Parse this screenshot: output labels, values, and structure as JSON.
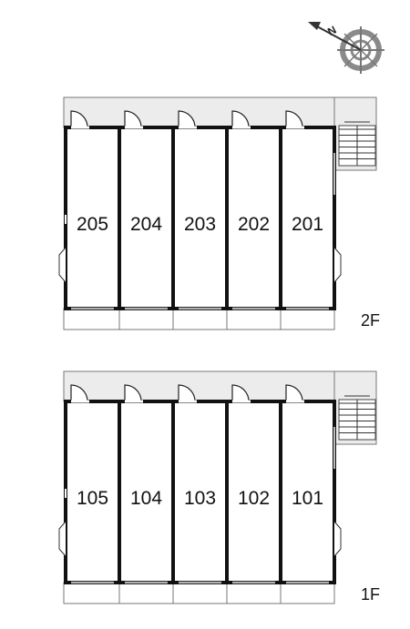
{
  "compass": {
    "north_label": "N",
    "icon": "compass-rose-icon"
  },
  "floors": [
    {
      "label": "2F",
      "units": [
        "205",
        "204",
        "203",
        "202",
        "201"
      ]
    },
    {
      "label": "1F",
      "units": [
        "105",
        "104",
        "103",
        "102",
        "101"
      ]
    }
  ],
  "colors": {
    "wall": "#111111",
    "corridor": "#ececec",
    "outline": "#777777",
    "compass": "#888888"
  }
}
